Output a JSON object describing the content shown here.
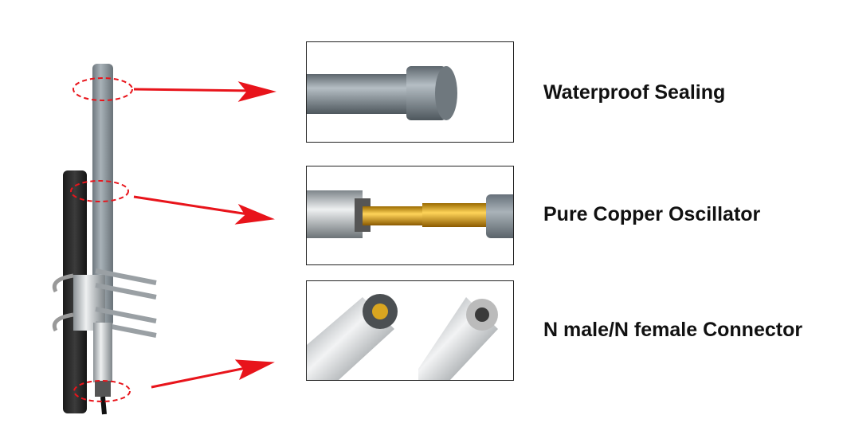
{
  "features": [
    {
      "label": "Waterproof Sealing"
    },
    {
      "label": "Pure Copper Oscillator"
    },
    {
      "label": "N male/N female Connector"
    }
  ],
  "colors": {
    "accent": "#e8141b",
    "antenna": "#8a949c",
    "mast": "#2a2a2a",
    "copper": "#e0a018"
  }
}
